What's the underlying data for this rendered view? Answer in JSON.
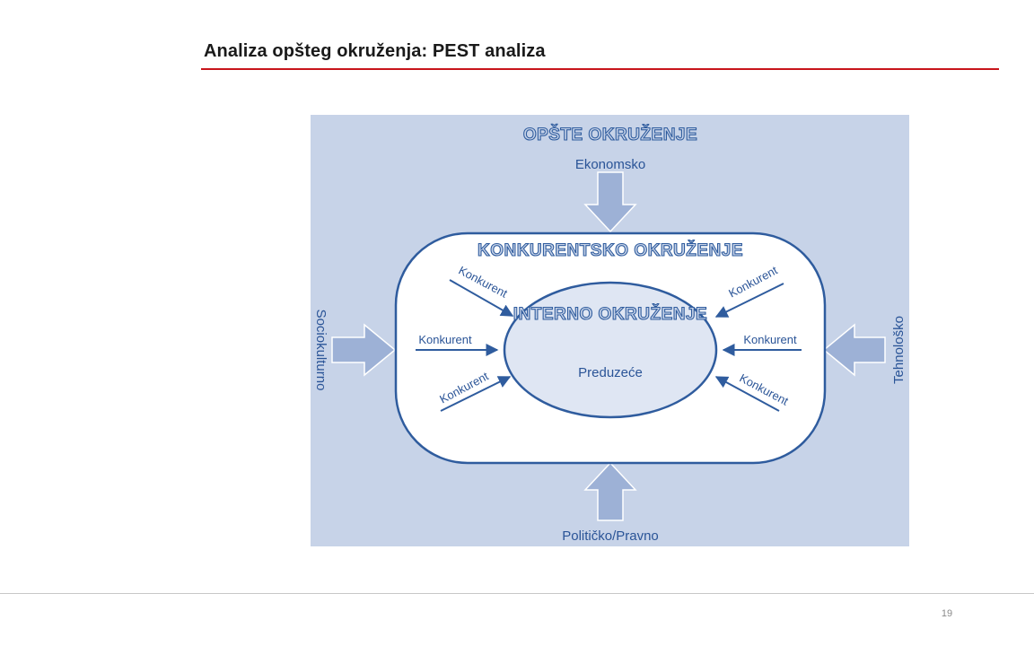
{
  "slide": {
    "title": "Analiza opšteg okruženja: PEST analiza",
    "page_number": "19"
  },
  "diagram": {
    "outer_label": "OPŠTE OKRUŽENJE",
    "competitive_label": "KONKURENTSKO OKRUŽENJE",
    "internal_label": "INTERNO OKRUŽENJE",
    "center_label": "Preduzeće",
    "factors": {
      "top": "Ekonomsko",
      "bottom": "Političko/Pravno",
      "left": "Sociokulturno",
      "right": "Tehnološko"
    },
    "competitors": [
      "Konkurent",
      "Konkurent",
      "Konkurent",
      "Konkurent",
      "Konkurent",
      "Konkurent"
    ]
  },
  "colors": {
    "accent_rule": "#c8151b",
    "diagram_background": "#c7d3e8",
    "diagram_stroke": "#2f5c9e",
    "inner_fill": "#dfe6f3",
    "arrow_fill": "#9db1d6"
  }
}
